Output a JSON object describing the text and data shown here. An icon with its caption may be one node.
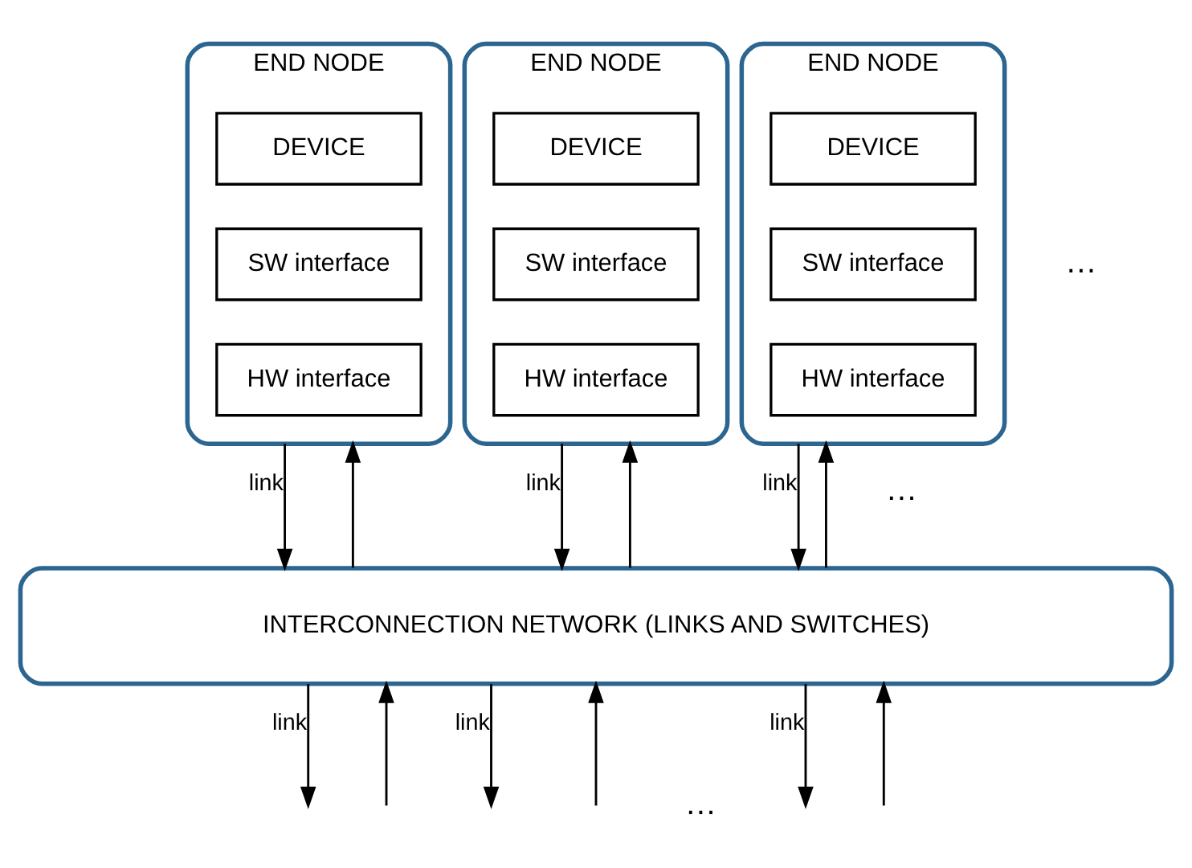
{
  "diagram": {
    "nodes": [
      {
        "text": [
          "END NODE"
        ]
      },
      {
        "text": [
          "DEVICE"
        ],
        "in": 0
      },
      {
        "text": [
          "SW interface"
        ],
        "in": 0
      },
      {
        "text": [
          "HW interface"
        ],
        "in": 0
      },
      {
        "text": [
          "END NODE"
        ]
      },
      {
        "text": [
          "DEVICE"
        ],
        "in": 4
      },
      {
        "text": [
          "SW interface"
        ],
        "in": 4
      },
      {
        "text": [
          "HW interface"
        ],
        "in": 4
      },
      {
        "text": [
          "END NODE"
        ]
      },
      {
        "text": [
          "DEVICE"
        ],
        "in": 8
      },
      {
        "text": [
          "SW interface"
        ],
        "in": 8
      },
      {
        "text": [
          "HW interface"
        ],
        "in": 8
      },
      {
        "text": [
          "INTERCONNECTION NETWORK (LINKS AND SWITCHES)"
        ]
      }
    ],
    "edges": [
      {
        "from": 0,
        "to": 12,
        "arrow": "to",
        "label": "link"
      },
      {
        "from": 12,
        "to": 0,
        "arrow": "to"
      },
      {
        "from": 4,
        "to": 12,
        "arrow": "to",
        "label": "link"
      },
      {
        "from": 12,
        "to": 4,
        "arrow": "to"
      },
      {
        "from": 8,
        "to": 12,
        "arrow": "to",
        "label": "link"
      },
      {
        "from": 12,
        "to": 8,
        "arrow": "to"
      },
      {
        "from": 12,
        "to": null,
        "arrow": "to",
        "label": "link"
      },
      {
        "from": null,
        "to": 12,
        "arrow": "to"
      },
      {
        "from": 12,
        "to": null,
        "arrow": "to",
        "label": "link"
      },
      {
        "from": null,
        "to": 12,
        "arrow": "to"
      },
      {
        "from": 12,
        "to": null,
        "arrow": "to",
        "label": "link"
      },
      {
        "from": null,
        "to": 12,
        "arrow": "to"
      }
    ],
    "labels": [
      "…",
      "…",
      "…"
    ]
  }
}
